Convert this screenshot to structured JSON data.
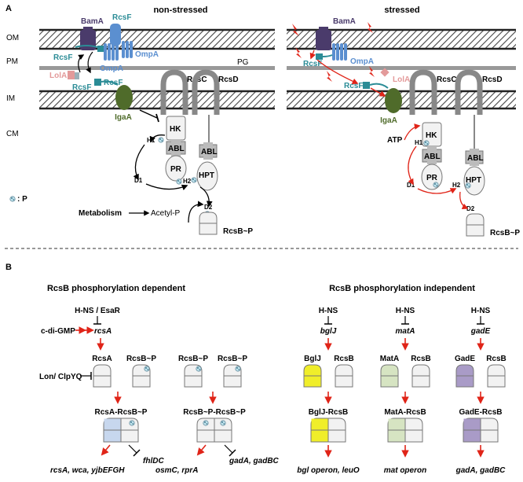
{
  "panel_a": {
    "letter": "A",
    "layers": [
      "OM",
      "PM",
      "IM",
      "CM"
    ],
    "titles": {
      "left": "non-stressed",
      "right": "stressed"
    },
    "proteins": {
      "bama": "BamA",
      "rcsf": "RcsF",
      "ompa": "OmpA",
      "lola": "LolA",
      "igaa": "IgaA",
      "rcsc": "RcsC",
      "rcsd": "RcsD",
      "pg": "PG"
    },
    "domains": {
      "hk": "HK",
      "abl": "ABL",
      "pr": "PR",
      "hpt": "HPT",
      "h1": "H1",
      "h2": "H2",
      "d1": "D1",
      "d2": "D2"
    },
    "legend_p": ": P",
    "metabolism": "Metabolism",
    "acetyl_p": "Acetyl-P",
    "atp": "ATP",
    "rcsb_p": "RcsB~P"
  },
  "panel_b": {
    "letter": "B",
    "dep": {
      "title": "RcsB phosphorylation dependent",
      "hns_esar": "H-NS / EsaR",
      "cdigmp": "c-di-GMP",
      "rcsa_gene": "rcsA",
      "rcsa": "RcsA",
      "rcsbp": "RcsB~P",
      "lon": "Lon/ ClpYQ",
      "complex1": "RcsA-RcsB~P",
      "complex2": "RcsB~P-RcsB~P",
      "target1": "rcsA, wca, yjbEFGH",
      "target2": "fhlDC",
      "target3": "osmC, rprA",
      "target4": "gadA, gadBC"
    },
    "indep": {
      "title": "RcsB phosphorylation independent",
      "hns": "H-NS",
      "genes": [
        "bglJ",
        "matA",
        "gadE"
      ],
      "proteins": [
        "BglJ",
        "MatA",
        "GadE"
      ],
      "rcsb": "RcsB",
      "complexes": [
        "BglJ-RcsB",
        "MatA-RcsB",
        "GadE-RcsB"
      ],
      "targets": [
        "bgl operon, leuO",
        "mat operon",
        "gadA, gadBC"
      ],
      "colors": [
        "#f0ee2a",
        "#d6e4c2",
        "#a99bc7"
      ]
    }
  },
  "colors": {
    "bama": "#4a3b6b",
    "rcsf": "#2b8c96",
    "ompa": "#5b8fd0",
    "lola": "#e39a9a",
    "igaa": "#4f6b2a",
    "arrow": "#e02418",
    "rcsa_fill": "#c7d7ee"
  }
}
